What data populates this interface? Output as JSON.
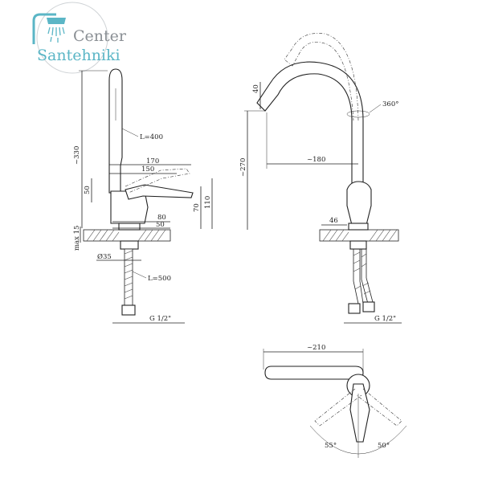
{
  "logo": {
    "line1": "Center",
    "line2": "Santehniki",
    "accent_color": "#5bb6c6",
    "text_color": "#8a8f94"
  },
  "side_view": {
    "height_total": "~330",
    "spout_length": "L=400",
    "dim_170": "170",
    "dim_150": "150",
    "dim_50_left": "50",
    "dim_70": "70",
    "dim_110": "110",
    "dim_80": "80",
    "dim_50_bottom": "50",
    "max_15": "max 15",
    "dia_35": "Ø35",
    "hose_length": "L=500",
    "thread": "G 1/2\""
  },
  "front_view": {
    "dim_40": "40",
    "rotation": "360°",
    "height_270": "~270",
    "reach_180": "~180",
    "dim_46": "46",
    "thread": "G 1/2\""
  },
  "top_view": {
    "width_210": "~210",
    "angle_left": "55°",
    "angle_right": "50°"
  }
}
